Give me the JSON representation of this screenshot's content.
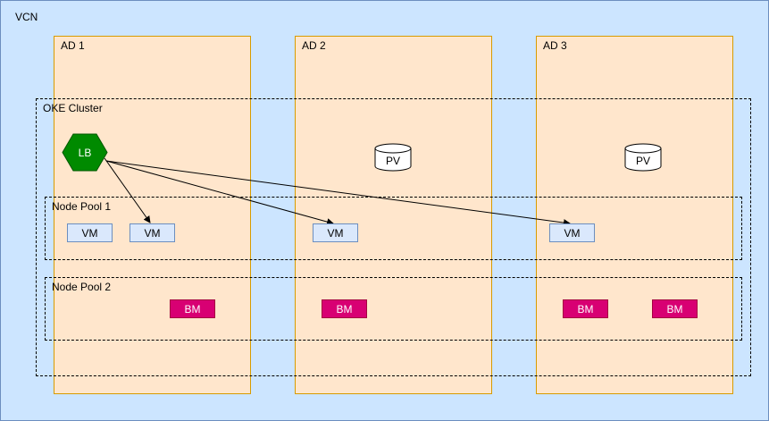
{
  "vcn": {
    "label": "VCN",
    "fill": "#cce5ff",
    "stroke": "#6c8ebf"
  },
  "ads": [
    {
      "label": "AD 1"
    },
    {
      "label": "AD 2"
    },
    {
      "label": "AD 3"
    }
  ],
  "cluster": {
    "label": "OKE Cluster"
  },
  "node_pools": [
    {
      "label": "Node Pool 1"
    },
    {
      "label": "Node Pool 2"
    }
  ],
  "load_balancer": {
    "label": "LB",
    "fill": "#008a00"
  },
  "persistent_volumes": [
    {
      "label": "PV"
    },
    {
      "label": "PV"
    }
  ],
  "vms": [
    {
      "label": "VM"
    },
    {
      "label": "VM"
    },
    {
      "label": "VM"
    },
    {
      "label": "VM"
    }
  ],
  "bare_metal": [
    {
      "label": "BM",
      "fill": "#d80073"
    },
    {
      "label": "BM",
      "fill": "#d80073"
    },
    {
      "label": "BM",
      "fill": "#d80073"
    },
    {
      "label": "BM",
      "fill": "#d80073"
    }
  ],
  "colors": {
    "ad_fill": "#ffe6cc",
    "ad_stroke": "#d79b00",
    "vm_fill": "#dae8fc"
  }
}
